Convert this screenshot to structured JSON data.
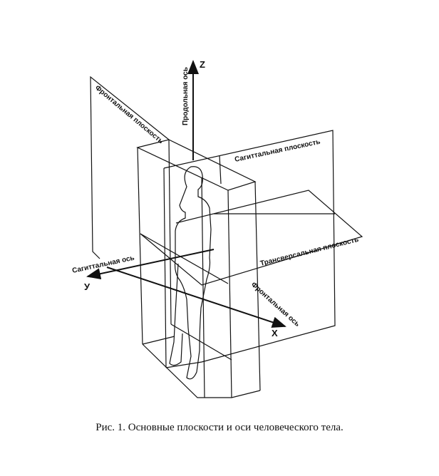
{
  "labels": {
    "z_axis": "Z",
    "longitudinal_axis": "Продольная ось",
    "frontal_plane": "Фронтальная плоскость",
    "sagittal_plane": "Сагиттальная плоскость",
    "transverse_plane": "Трансверсальная плоскость",
    "sagittal_axis": "Сагиттальная ось",
    "y_axis": "У",
    "frontal_axis": "Фронтальная ось",
    "x_axis": "X"
  },
  "caption": "Рис. 1. Основные плоскости и оси человеческого тела."
}
